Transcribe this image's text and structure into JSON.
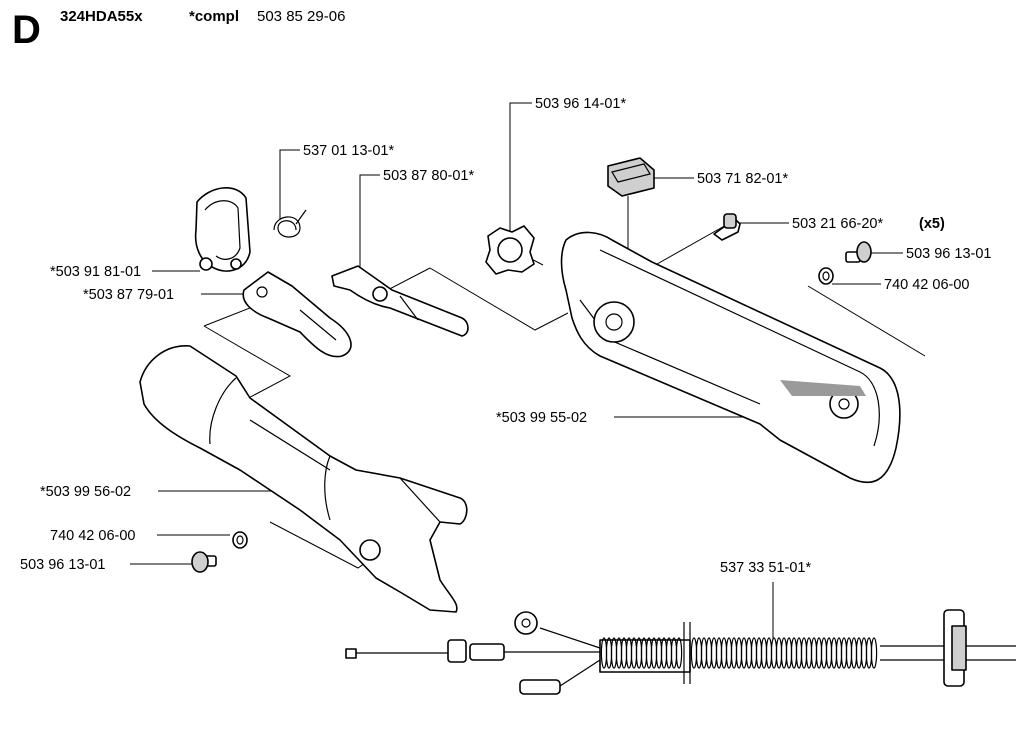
{
  "header": {
    "section_letter": "D",
    "model": "324HDA55x",
    "compl_label": "*compl",
    "compl_number": "503 85 29-06"
  },
  "labels": {
    "p_503961401": "503 96 14-01*",
    "p_537011301": "537 01 13-01*",
    "p_503878001": "503 87 80-01*",
    "p_503718201": "503 71 82-01*",
    "p_503216620_num": "503 21 66-20*",
    "p_503216620_qty": "(x5)",
    "p_503961301_right": "503 96 13-01",
    "p_740420600_right": "740 42 06-00",
    "p_503918101": "*503 91 81-01",
    "p_503877901": "*503 87 79-01",
    "p_503995502": "*503 99 55-02",
    "p_503995602": "*503 99 56-02",
    "p_740420600_left": "740 42 06-00",
    "p_503961301_left": "503 96 13-01",
    "p_537335101": "537 33 51-01*"
  }
}
